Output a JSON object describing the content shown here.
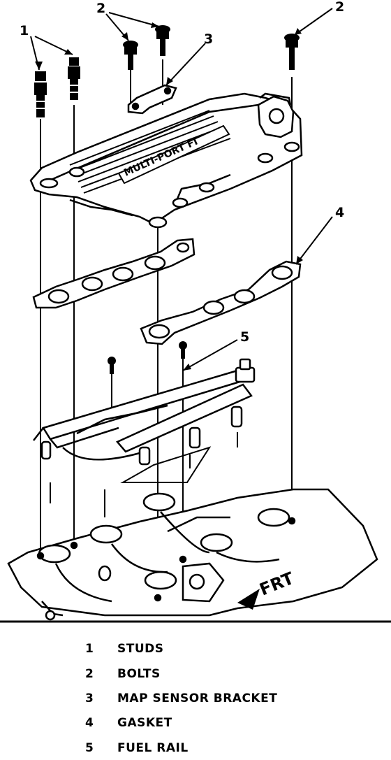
{
  "diagram": {
    "callouts": [
      "1",
      "2",
      "2",
      "3",
      "4",
      "5"
    ],
    "plenum_marking": "MULTI-PORT FI",
    "direction_label": "FRT"
  },
  "legend": [
    {
      "number": "1",
      "label": "STUDS"
    },
    {
      "number": "2",
      "label": "BOLTS"
    },
    {
      "number": "3",
      "label": "MAP SENSOR BRACKET"
    },
    {
      "number": "4",
      "label": "GASKET"
    },
    {
      "number": "5",
      "label": "FUEL RAIL"
    }
  ]
}
